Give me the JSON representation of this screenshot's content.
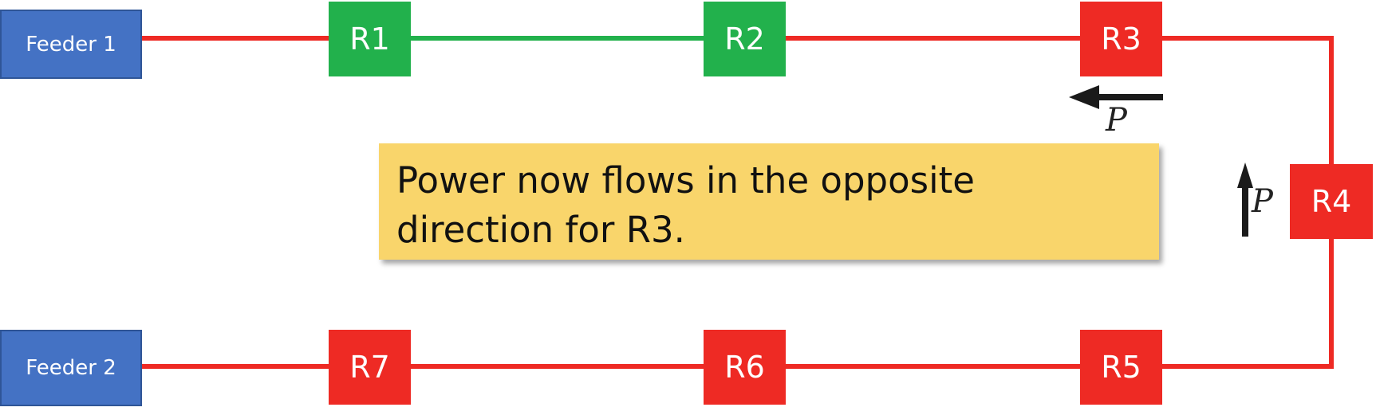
{
  "feeders": {
    "f1": "Feeder 1",
    "f2": "Feeder 2"
  },
  "relays": {
    "r1": "R1",
    "r2": "R2",
    "r3": "R3",
    "r4": "R4",
    "r5": "R5",
    "r6": "R6",
    "r7": "R7"
  },
  "callout": {
    "text": "Power now flows in the opposite direction for R3."
  },
  "flow_labels": {
    "p_r3": "P",
    "p_r4": "P"
  },
  "colors": {
    "active_line": "#ee2a24",
    "inactive_line": "#22b14c",
    "relay_tripped": "#ee2a24",
    "relay_closed": "#22b14c",
    "feeder": "#4472c4",
    "callout": "#f9d56b",
    "arrow": "#1a1a1a"
  }
}
